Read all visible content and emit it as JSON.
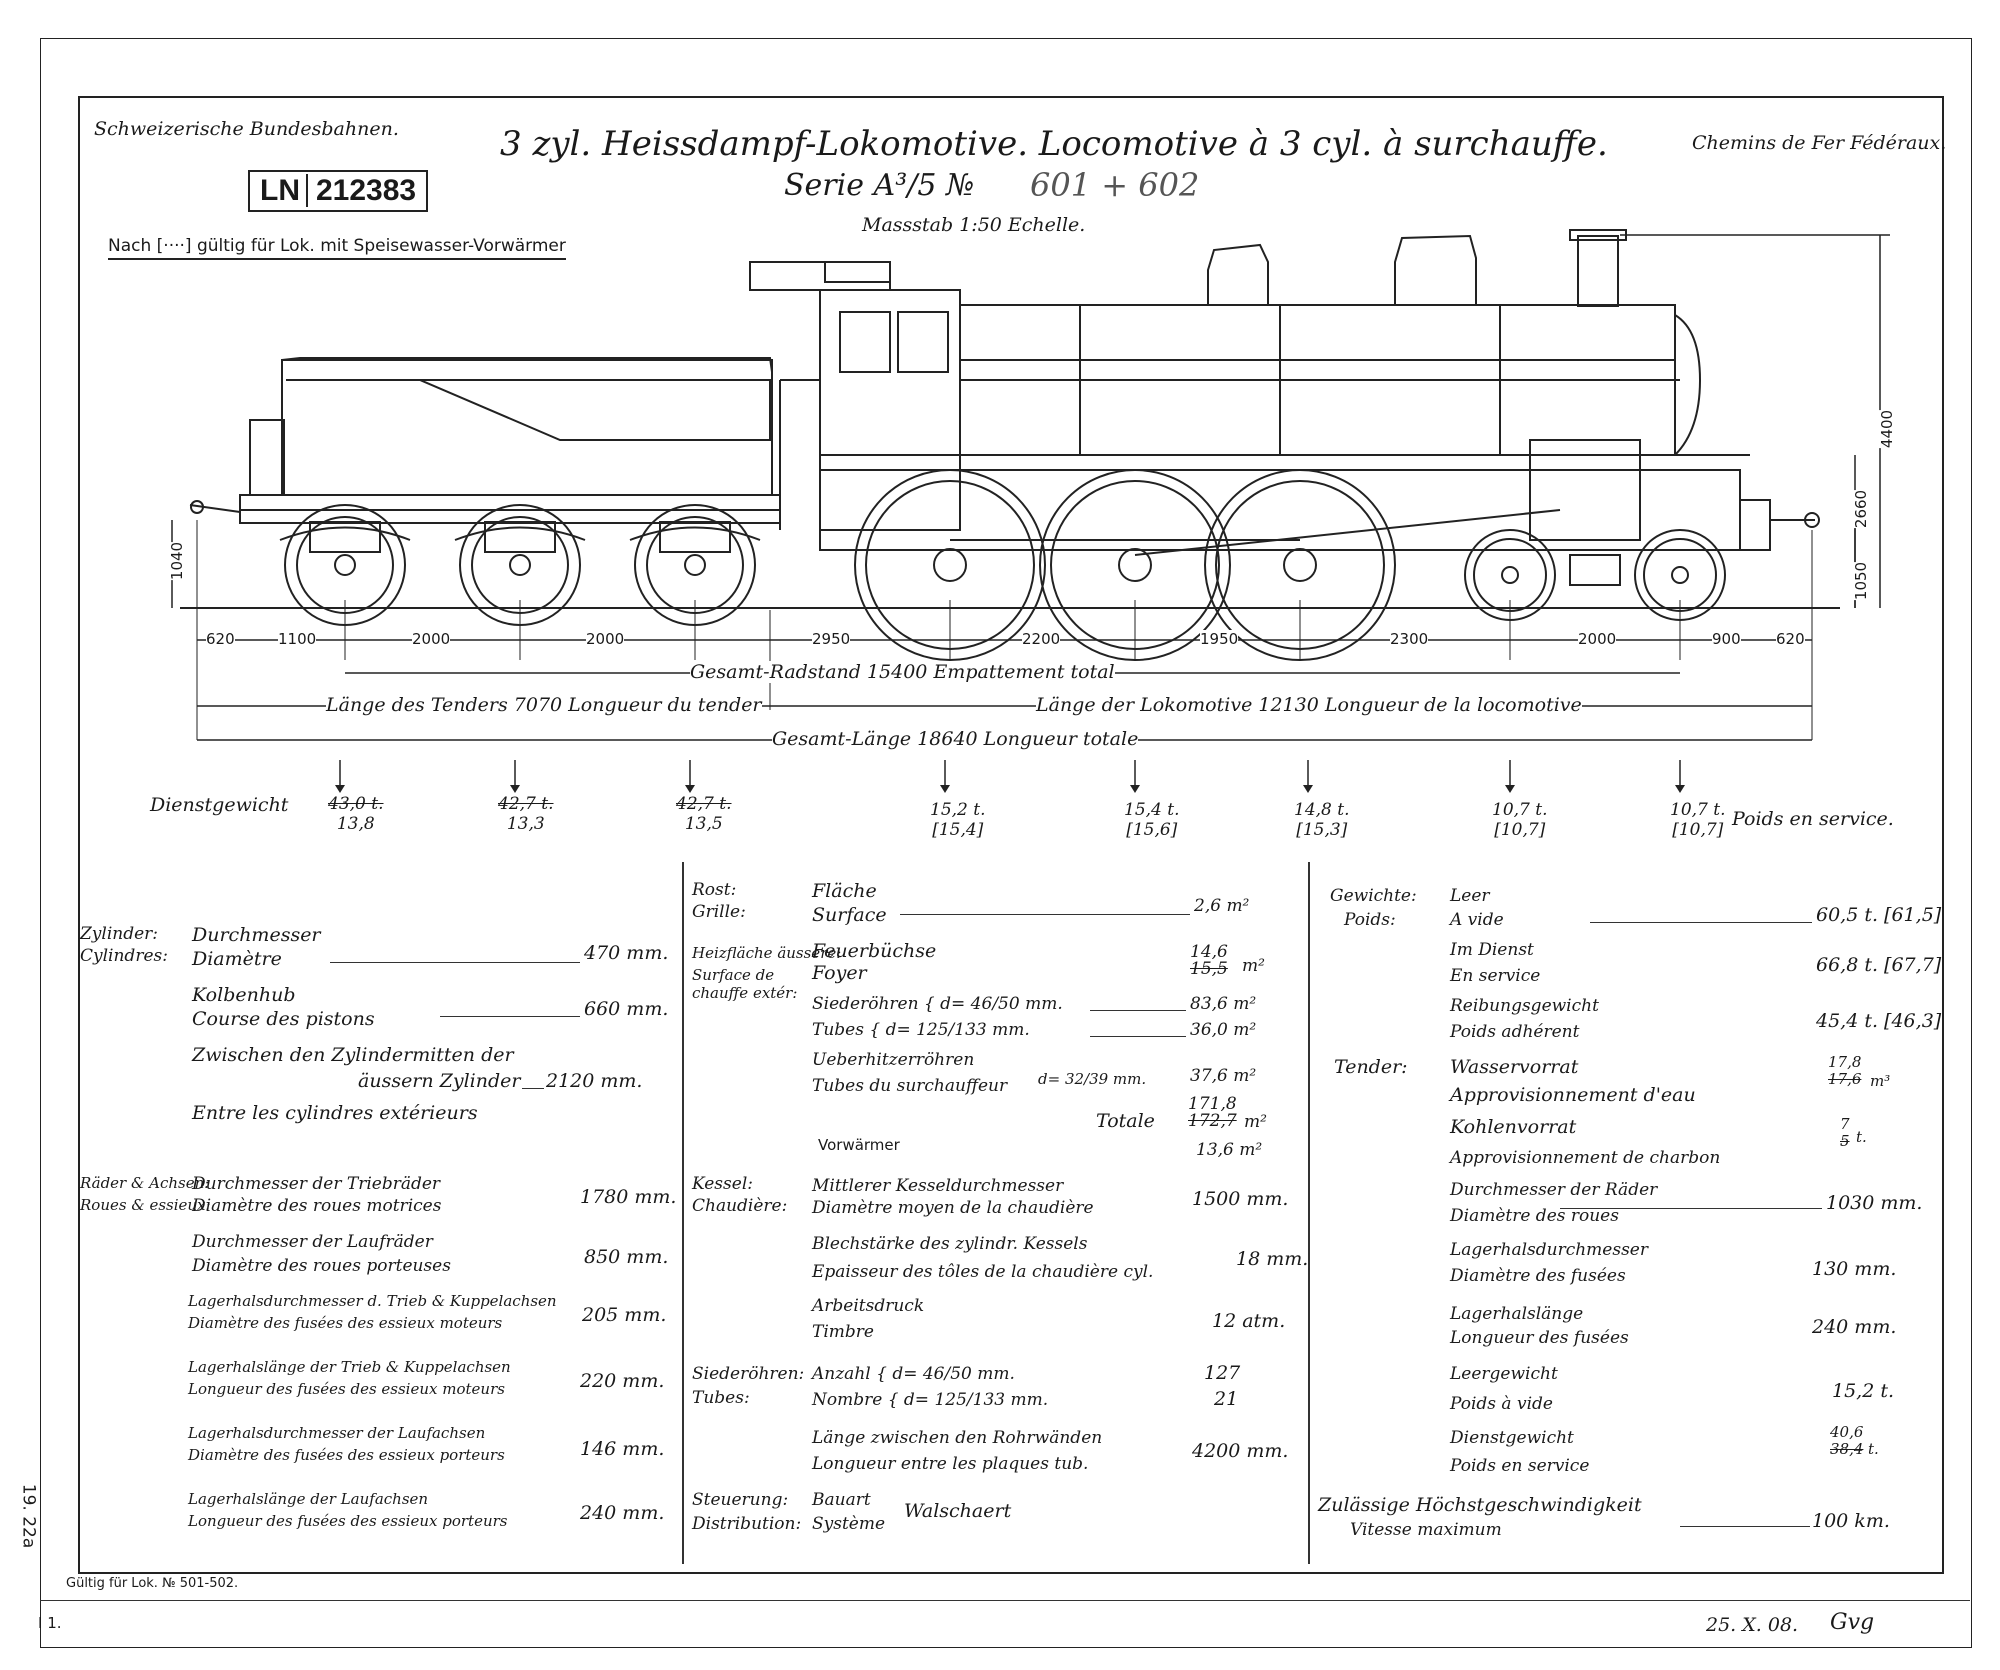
{
  "header": {
    "left": "Schweizerische Bundesbahnen.",
    "right": "Chemins de Fer Fédéraux.",
    "title": "3 zyl. Heissdampf-Lokomotive. Locomotive à 3 cyl. à surchauffe.",
    "serie": "Serie A³/5 №",
    "numbers": "601 + 602",
    "scale": "Massstab 1:50 Echelle.",
    "ln_prefix": "LN",
    "ln_number": "212383",
    "note": "Nach [····] gültig für Lok. mit Speisewasser-Vorwärmer"
  },
  "dimensions": {
    "spacings": [
      "620",
      "1100",
      "2000",
      "2000",
      "2950",
      "2200",
      "1950",
      "2300",
      "2000",
      "900",
      "620"
    ],
    "wheelbase": "Gesamt-Radstand 15400 Empattement total",
    "tender_length": "Länge des Tenders 7070 Longueur du tender",
    "loco_length": "Länge der Lokomotive 12130 Longueur de la locomotive",
    "total_length": "Gesamt-Länge 18640 Longueur totale",
    "h_4400": "4400",
    "h_2660": "2660",
    "h_1050": "1050",
    "h_1040": "1040"
  },
  "weights": {
    "label_de": "Dienstgewicht",
    "label_fr": "Poids en service.",
    "axles": [
      {
        "old": "43,0 t.",
        "new": "13,8"
      },
      {
        "old": "42,7 t.",
        "new": "13,3"
      },
      {
        "old": "42,7 t.",
        "new": "13,5"
      },
      {
        "old": "15,2 t.",
        "new": "[15,4]"
      },
      {
        "old": "15,4 t.",
        "new": "[15,6]"
      },
      {
        "old": "14,8 t.",
        "new": "[15,3]"
      },
      {
        "old": "10,7 t.",
        "new": "[10,7]"
      },
      {
        "old": "10,7 t.",
        "new": "[10,7]"
      }
    ]
  },
  "table_left": [
    {
      "h1": "Zylinder:",
      "h2": "Cylindres:",
      "l1": "Durchmesser",
      "l2": "Diamètre",
      "v": "470 mm."
    },
    {
      "l1": "Kolbenhub",
      "l2": "Course des pistons",
      "v": "660 mm."
    },
    {
      "l1": "Zwischen den Zylindermitten der",
      "l2": "äussern Zylinder",
      "l3": "Entre les cylindres extérieurs",
      "v": "2120 mm."
    },
    {
      "h1": "Räder & Achsen:",
      "h2": "Roues & essieux:",
      "l1": "Durchmesser der Triebräder",
      "l2": "Diamètre des roues motrices",
      "v": "1780 mm."
    },
    {
      "l1": "Durchmesser der Laufräder",
      "l2": "Diamètre des roues porteuses",
      "v": "850 mm."
    },
    {
      "l1": "Lagerhalsdurchmesser d. Trieb & Kuppelachsen",
      "l2": "Diamètre des fusées des essieux moteurs",
      "v": "205 mm."
    },
    {
      "l1": "Lagerhalslänge der Trieb & Kuppelachsen",
      "l2": "Longueur des fusées des essieux moteurs",
      "v": "220 mm."
    },
    {
      "l1": "Lagerhalsdurchmesser der Laufachsen",
      "l2": "Diamètre des fusées des essieux porteurs",
      "v": "146 mm."
    },
    {
      "l1": "Lagerhalslänge der Laufachsen",
      "l2": "Longueur des fusées des essieux porteurs",
      "v": "240 mm."
    }
  ],
  "table_mid": [
    {
      "h1": "Rost:",
      "h2": "Grille:",
      "l1": "Fläche",
      "l2": "Surface",
      "v": "2,6 m²"
    },
    {
      "h1": "Heizfläche äussere:",
      "h2": "Surface de chauffe extér:",
      "l1": "Feuerbüchse",
      "l2": "Foyer",
      "v_old": "15,5",
      "v": "14,6",
      "unit": "m²"
    },
    {
      "l1": "Siederöhren { d= 46/50 mm.",
      "l2": "Tubes { d= 125/133 mm.",
      "v1": "83,6 m²",
      "v2": "36,0 m²"
    },
    {
      "l1": "Ueberhitzerröhren",
      "l2": "Tubes du surchauffeur",
      "mid": "d= 32/39 mm.",
      "v": "37,6 m²"
    },
    {
      "l1": "Totale",
      "v_old": "172,7",
      "v": "171,8",
      "unit": "m²"
    },
    {
      "l1": "Vorwärmer",
      "v": "13,6 m²"
    },
    {
      "h1": "Kessel:",
      "h2": "Chaudière:",
      "l1": "Mittlerer Kesseldurchmesser",
      "l2": "Diamètre moyen de la chaudière",
      "v": "1500 mm."
    },
    {
      "l1": "Blechstärke des zylindr. Kessels",
      "l2": "Epaisseur des tôles de la chaudière cyl.",
      "v": "18 mm."
    },
    {
      "l1": "Arbeitsdruck",
      "l2": "Timbre",
      "v": "12 atm."
    },
    {
      "h1": "Siederöhren:",
      "h2": "Tubes:",
      "l1": "Anzahl { d= 46/50 mm.",
      "l2": "Nombre { d= 125/133 mm.",
      "v1": "127",
      "v2": "21"
    },
    {
      "l1": "Länge zwischen den Rohrwänden",
      "l2": "Longueur entre les plaques tub.",
      "v": "4200 mm."
    },
    {
      "h1": "Steuerung:",
      "h2": "Distribution:",
      "l1": "Bauart",
      "l2": "Système",
      "v": "Walschaert"
    }
  ],
  "table_right": [
    {
      "h1": "Gewichte:",
      "h2": "Poids:",
      "l1": "Leer",
      "l2": "A vide",
      "v": "60,5 t. [61,5]"
    },
    {
      "l1": "Im Dienst",
      "l2": "En service",
      "v": "66,8 t. [67,7]"
    },
    {
      "l1": "Reibungsgewicht",
      "l2": "Poids adhérent",
      "v": "45,4 t. [46,3]"
    },
    {
      "h1": "Tender:",
      "l1": "Wasservorrat",
      "l2": "Approvisionnement d'eau",
      "v_new": "17,8",
      "v_old": "17,6",
      "unit": "m³"
    },
    {
      "l1": "Kohlenvorrat",
      "l2": "Approvisionnement de charbon",
      "v_new": "7",
      "v_old": "5",
      "unit": "t."
    },
    {
      "l1": "Durchmesser der Räder",
      "l2": "Diamètre des roues",
      "v": "1030 mm."
    },
    {
      "l1": "Lagerhalsdurchmesser",
      "l2": "Diamètre des fusées",
      "v": "130 mm."
    },
    {
      "l1": "Lagerhalslänge",
      "l2": "Longueur des fusées",
      "v": "240 mm."
    },
    {
      "l1": "Leergewicht",
      "l2": "Poids à vide",
      "v": "15,2 t."
    },
    {
      "l1": "Dienstgewicht",
      "l2": "Poids en service",
      "v_new": "40,6",
      "v_old": "38,4",
      "unit": "t."
    },
    {
      "l1": "Zulässige Höchstgeschwindigkeit",
      "l2": "Vitesse maximum",
      "v": "100 km."
    }
  ],
  "footer": {
    "valid": "Gültig für Lok. № 501-502.",
    "sheet": "I 1.",
    "date": "25. X. 08.",
    "initials": "Gvg",
    "margin_num": "19. 22a"
  }
}
